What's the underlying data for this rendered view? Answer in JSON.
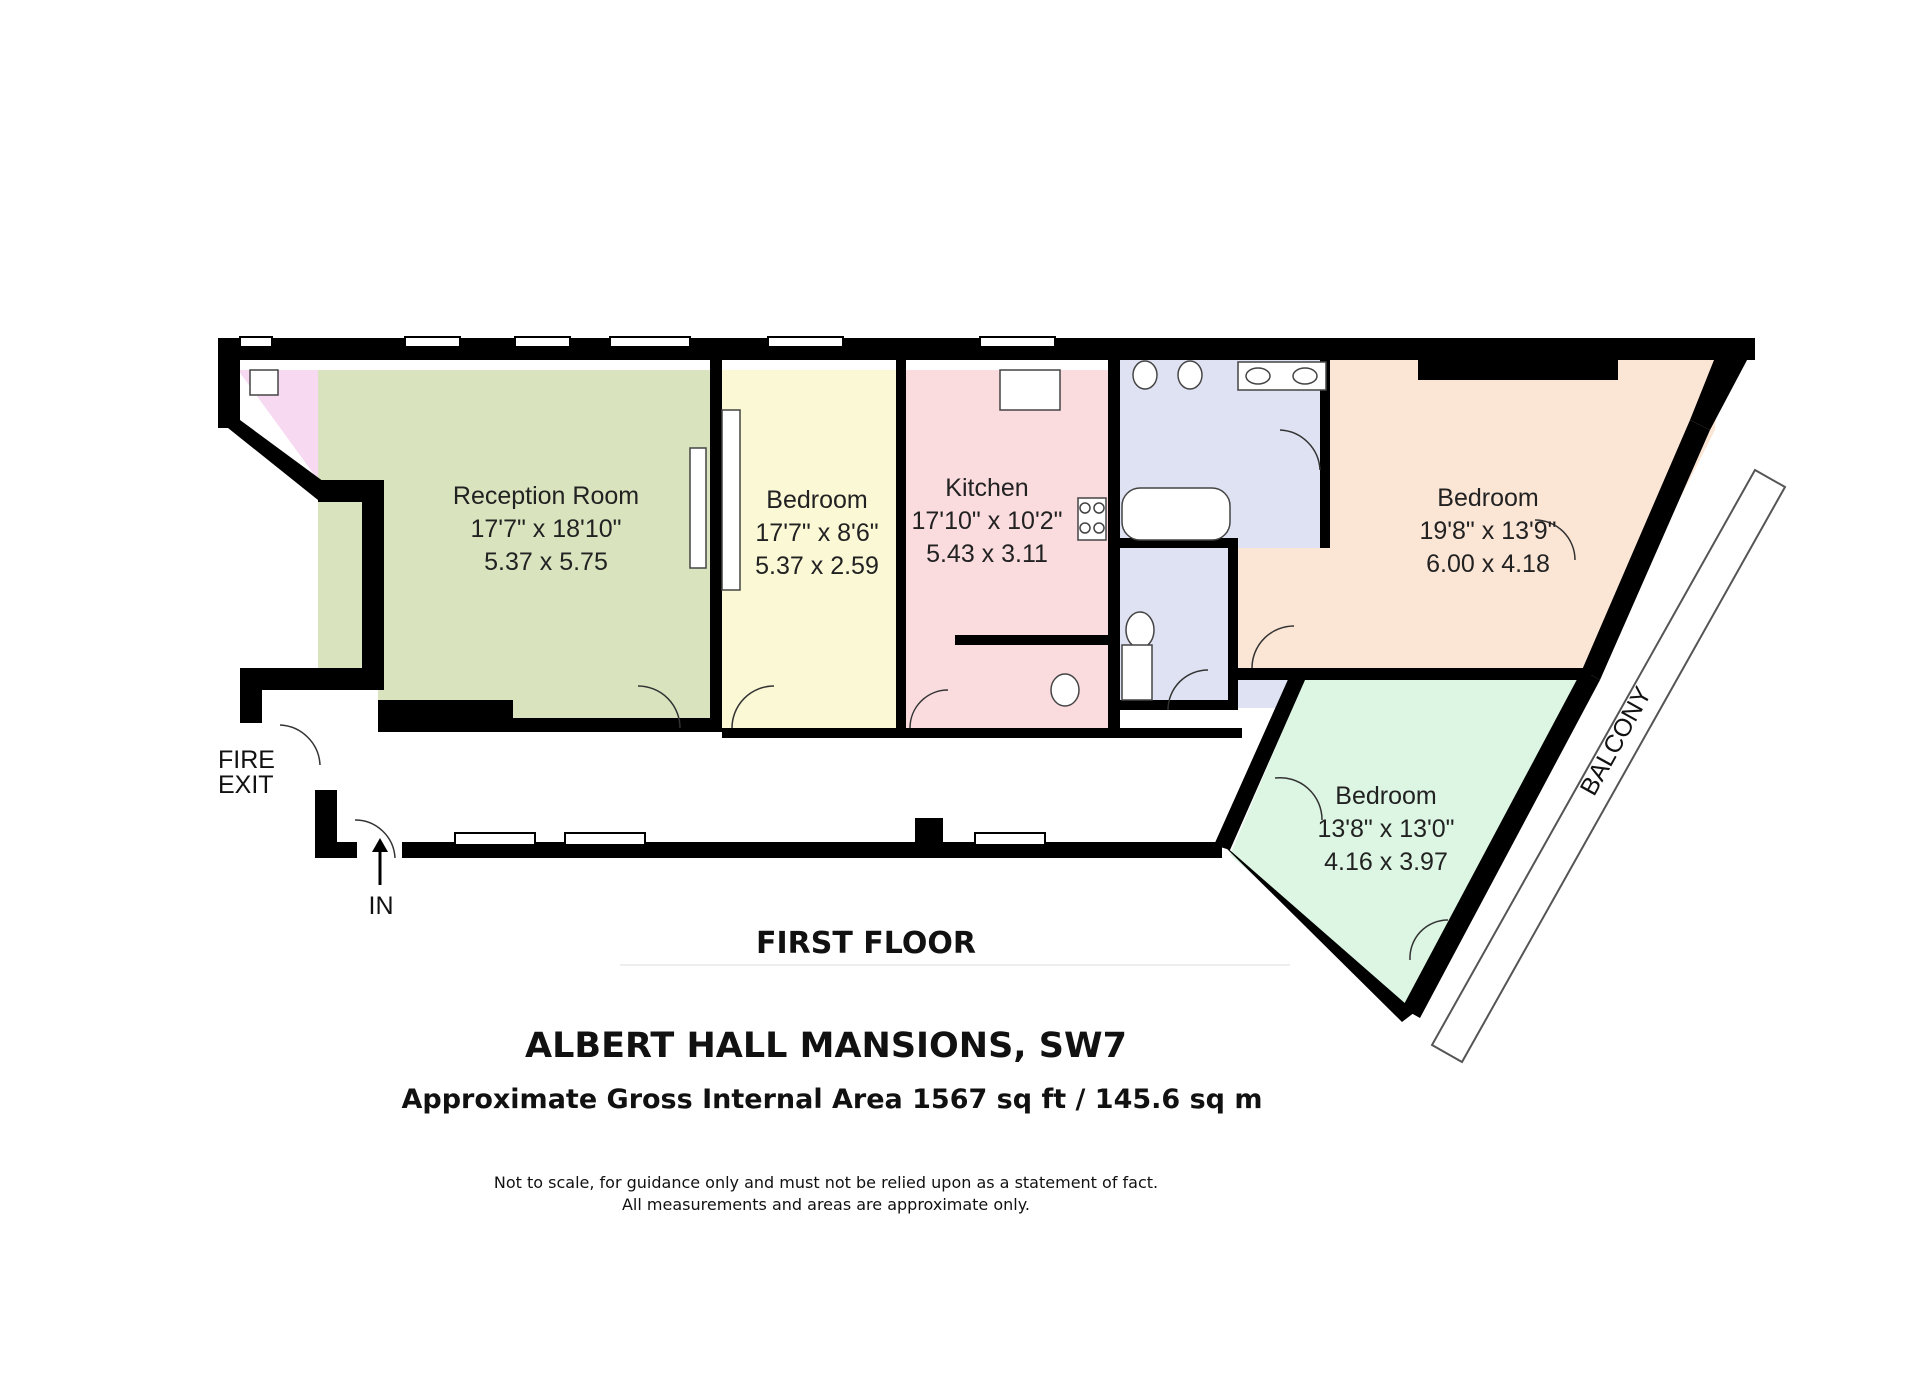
{
  "floor_label": "FIRST FLOOR",
  "title": "ALBERT HALL MANSIONS, SW7",
  "subtitle": "Approximate Gross Internal Area 1567 sq ft / 145.6 sq m",
  "disclaimer": [
    "Not to scale, for guidance only and must not be relied upon as a statement of fact.",
    "All measurements and areas are approximate only."
  ],
  "rooms": {
    "reception": {
      "name": "Reception Room",
      "imperial": "17'7\" x 18'10\"",
      "metric": "5.37 x 5.75"
    },
    "bedroom1": {
      "name": "Bedroom",
      "imperial": "17'7\" x 8'6\"",
      "metric": "5.37 x 2.59"
    },
    "kitchen": {
      "name": "Kitchen",
      "imperial": "17'10\" x 10'2\"",
      "metric": "5.43 x 3.11"
    },
    "bedroom2": {
      "name": "Bedroom",
      "imperial": "19'8\" x 13'9\"",
      "metric": "6.00 x 4.18"
    },
    "bedroom3": {
      "name": "Bedroom",
      "imperial": "13'8\" x 13'0\"",
      "metric": "4.16 x 3.97"
    }
  },
  "labels": {
    "fire_exit_line1": "FIRE",
    "fire_exit_line2": "EXIT",
    "entrance": "IN",
    "balcony": "BALCONY"
  },
  "colors": {
    "reception": "#d9e4bf",
    "bedroom1": "#fbf8d6",
    "kitchen": "#fadcdf",
    "bathroom": "#dfe2f2",
    "bedroom2": "#fbe6d6",
    "bedroom3": "#dcf6e3",
    "cloakroom": "#f7d9f2",
    "wall": "#000000"
  }
}
